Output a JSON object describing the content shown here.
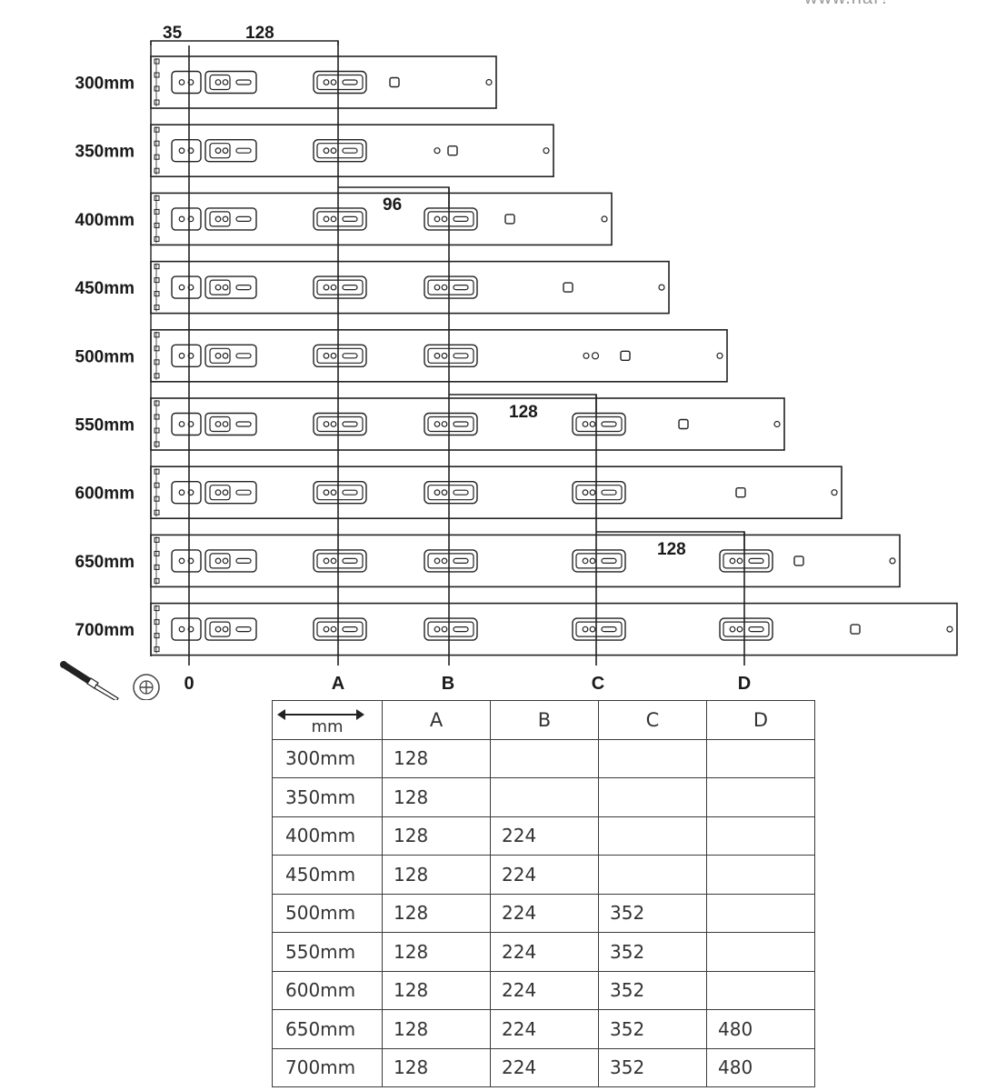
{
  "watermark": "www.haf?",
  "top_dims": {
    "offset": "35",
    "pitch": "128"
  },
  "inline_dims": {
    "ab": "96",
    "bc": "128",
    "cd": "128"
  },
  "rail_lengths": [
    "300mm",
    "350mm",
    "400mm",
    "450mm",
    "500mm",
    "550mm",
    "600mm",
    "650mm",
    "700mm"
  ],
  "positions": [
    "0",
    "A",
    "B",
    "C",
    "D"
  ],
  "icons": {
    "tool": "screwdriver-icon",
    "screw": "screw-icon"
  },
  "table": {
    "unit_label": "mm",
    "headers": [
      "A",
      "B",
      "C",
      "D"
    ],
    "rows": [
      {
        "length": "300mm",
        "A": "128",
        "B": "",
        "C": "",
        "D": ""
      },
      {
        "length": "350mm",
        "A": "128",
        "B": "",
        "C": "",
        "D": ""
      },
      {
        "length": "400mm",
        "A": "128",
        "B": "224",
        "C": "",
        "D": ""
      },
      {
        "length": "450mm",
        "A": "128",
        "B": "224",
        "C": "",
        "D": ""
      },
      {
        "length": "500mm",
        "A": "128",
        "B": "224",
        "C": "352",
        "D": ""
      },
      {
        "length": "550mm",
        "A": "128",
        "B": "224",
        "C": "352",
        "D": ""
      },
      {
        "length": "600mm",
        "A": "128",
        "B": "224",
        "C": "352",
        "D": ""
      },
      {
        "length": "650mm",
        "A": "128",
        "B": "224",
        "C": "352",
        "D": "480"
      },
      {
        "length": "700mm",
        "A": "128",
        "B": "224",
        "C": "352",
        "D": "480"
      }
    ]
  }
}
